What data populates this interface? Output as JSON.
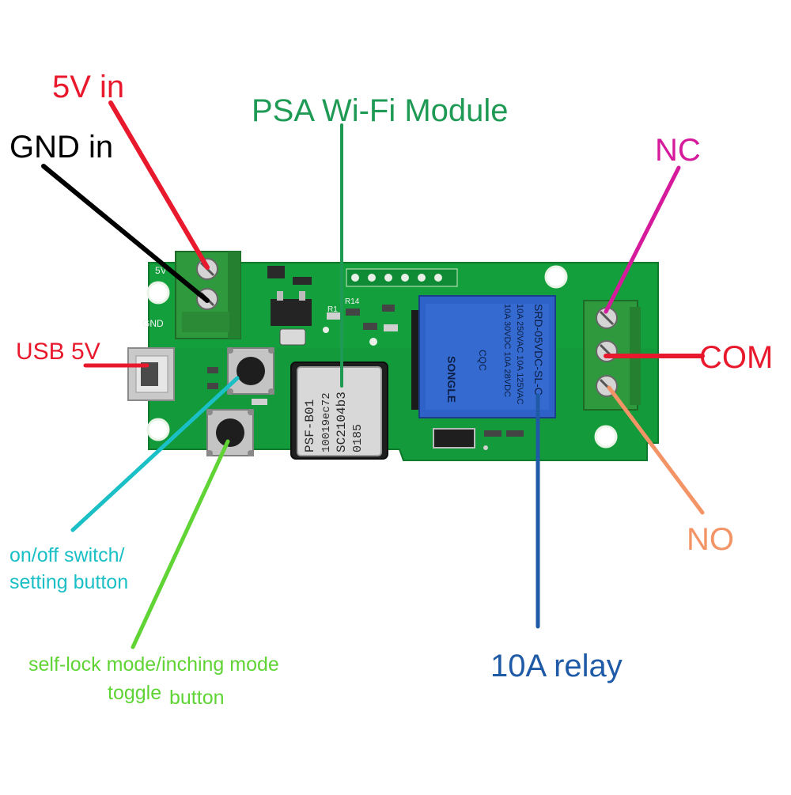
{
  "annotations": {
    "v5_in": {
      "text": "5V in",
      "color": "#e8192c"
    },
    "gnd_in": {
      "text": "GND in",
      "color": "#000000"
    },
    "wifi_module": {
      "text": "PSA Wi-Fi Module",
      "color": "#1f9a55"
    },
    "nc": {
      "text": "NC",
      "color": "#d61a9c"
    },
    "com": {
      "text": "COM",
      "color": "#e8192c"
    },
    "no": {
      "text": "NO",
      "color": "#f39466"
    },
    "usb_5v": {
      "text": "USB 5V",
      "color": "#e8192c"
    },
    "onoff": {
      "line1": "on/off switch/",
      "line2": "setting button",
      "color": "#1bbfc6"
    },
    "selflock": {
      "line1": "self-lock mode/inching mode",
      "line2a": "toggle",
      "line2b": "button",
      "color": "#5fd434"
    },
    "relay": {
      "text": "10A relay",
      "color": "#1f5aa6"
    }
  },
  "board": {
    "silk_5v": "5V",
    "silk_gnd": "GND",
    "silk_r14": "R14",
    "silk_r1": "R1",
    "module_lines": [
      "PSF-B01",
      "10019ec72",
      "SC2104b3",
      "0185"
    ],
    "relay_model": "SRD-05VDC-SL-C",
    "relay_ratings": [
      "10A 250VAC  10A 125VAC",
      "10A 30VDC  10A 28VDC"
    ],
    "relay_brand": "SONGLE",
    "relay_cert": "CQC"
  }
}
